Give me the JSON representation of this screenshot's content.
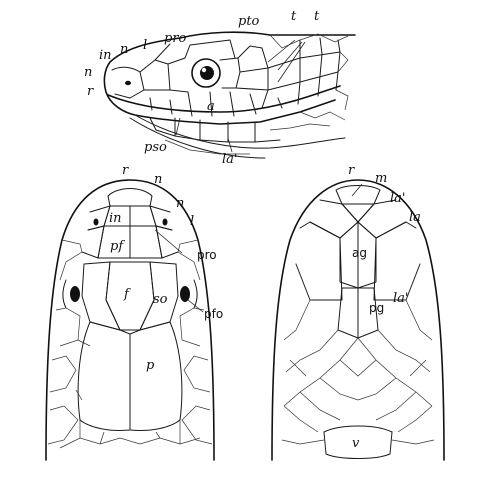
{
  "lateral_view": {
    "labels": {
      "n1": "n",
      "n2": "n",
      "in": "in",
      "l": "l",
      "pro": "pro",
      "pto": "pto",
      "t1": "t",
      "t2": "t",
      "r": "r",
      "a": "a",
      "pso": "pso",
      "la_prime": "la'"
    }
  },
  "dorsal_view": {
    "labels": {
      "r": "r",
      "n1": "n",
      "n2": "n",
      "in": "in",
      "l": "l",
      "pf": "pf",
      "pro": "pro",
      "f": "f",
      "so": "so",
      "pfo": "pfo",
      "p": "p"
    }
  },
  "ventral_view": {
    "labels": {
      "r": "r",
      "m": "m",
      "la_prime_top": "la'",
      "la": "la",
      "ag": "ag",
      "pg": "pg",
      "la_prime_side": "la'",
      "v": "v"
    }
  },
  "colors": {
    "ink": "#1a1a1a",
    "paper": "#ffffff"
  }
}
